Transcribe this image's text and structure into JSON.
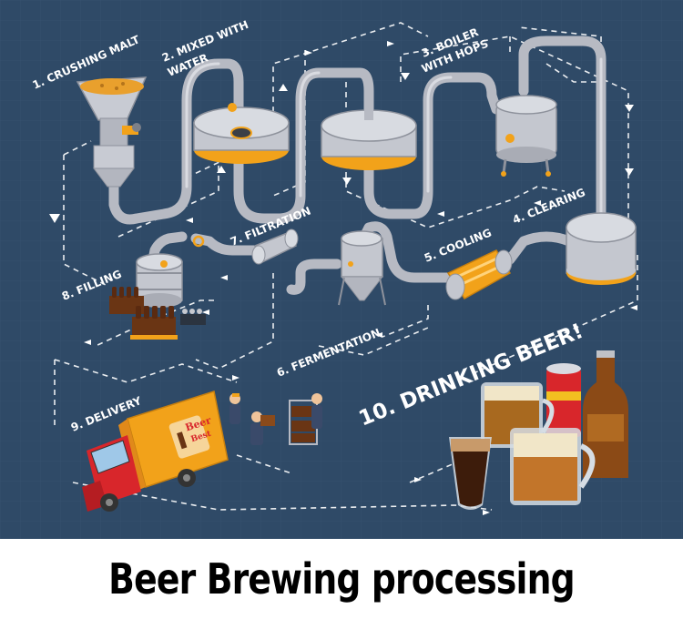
{
  "steps": {
    "s1": "1. CRUSHING MALT",
    "s2_line1": "2. MIXED WITH",
    "s2_line2": "WATER",
    "s3_line1": "3. BOILER",
    "s3_line2": "WITH HOPS",
    "s4": "4. CLEARING",
    "s5": "5. COOLING",
    "s6": "6. FERMENTATION",
    "s7": "7. FILTRATION",
    "s8": "8. FILLING",
    "s9": "9. DELIVERY",
    "s10": "10. DRINKING BEER!"
  },
  "truck_logo_line1": "Beer",
  "truck_logo_line2": "Best",
  "caption": "Beer Brewing processing",
  "colors": {
    "background": "#2f4a67",
    "pipe": "#b7bac3",
    "accent_orange": "#f2a21a",
    "truck_red": "#d8262b"
  }
}
